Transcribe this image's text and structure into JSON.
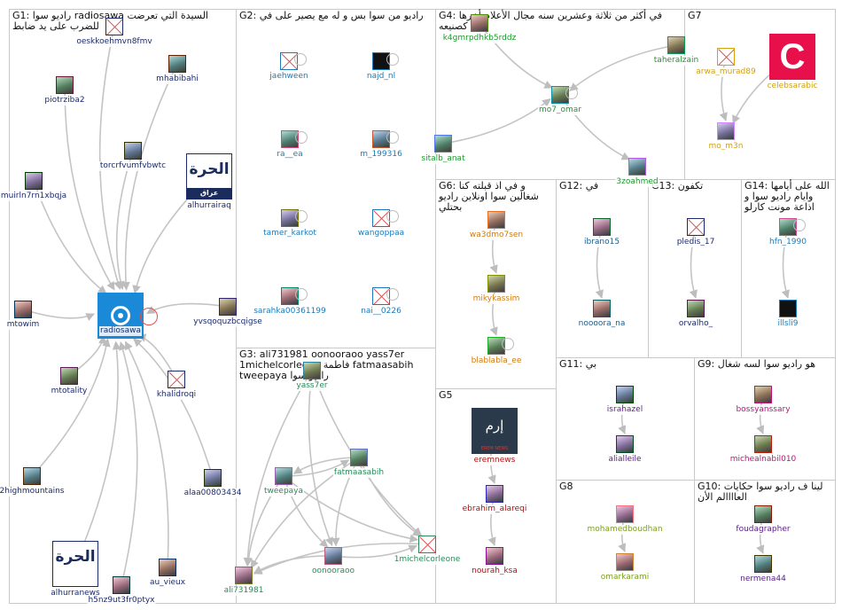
{
  "groups": [
    {
      "id": "G1",
      "label": "G1: رادیو سوا radiosawa السيدة التي تعرضت للضرب على يد ضابط"
    },
    {
      "id": "G2",
      "label": "G2: راديو من سوا بس و له مع يصير على في"
    },
    {
      "id": "G3",
      "label": "G3: ali731981 oonooraoo yass7er 1michelcorleone فاطمة fatmaasabih tweepaya راديو سوا"
    },
    {
      "id": "G4",
      "label": "G4: في أكثر من ثلاثة وعشرين سنه مجال الأعلام أخرها كصنيعه"
    },
    {
      "id": "G5",
      "label": "G5"
    },
    {
      "id": "G6",
      "label": "G6: و في اذ قبلته كنا شغالين سوا اونلاين راديو بحتلي"
    },
    {
      "id": "G7",
      "label": "G7"
    },
    {
      "id": "G8",
      "label": "G8"
    },
    {
      "id": "G9",
      "label": "G9: هو راديو سوا لسه شغال"
    },
    {
      "id": "G10",
      "label": "G10: لينا ف راديو سوا حكايات العاااالم الأن"
    },
    {
      "id": "G11",
      "label": "G11: بي"
    },
    {
      "id": "G12",
      "label": "G12: في"
    },
    {
      "id": "G13",
      "label": "G13: تكفون"
    },
    {
      "id": "G14",
      "label": "G14: الله على أيامها وايام راديو سوا و اذاعة مونت كارلو"
    }
  ],
  "nodes": [
    {
      "id": "radiosawa",
      "label": "radiosawa",
      "color": "#1b2a6b",
      "icon": "radio-sawa-logo"
    },
    {
      "id": "oeskkoehmvn8fmv",
      "label": "oeskkoehmvn8fmv",
      "color": "#1b2a6b"
    },
    {
      "id": "piotrziba2",
      "label": "piotrziba2",
      "color": "#1b2a6b"
    },
    {
      "id": "mhabibahi",
      "label": "mhabibahi",
      "color": "#1b2a6b"
    },
    {
      "id": "torcrfvumfvbwtc",
      "label": "torcrfvumfvbwtc",
      "color": "#1b2a6b"
    },
    {
      "id": "muirln7rn1xbqja",
      "label": "muirln7rn1xbqja",
      "color": "#1b2a6b"
    },
    {
      "id": "alhurrairaq",
      "label": "alhurrairaq",
      "color": "#1b2a6b",
      "icon": "alhurra-iraq-logo"
    },
    {
      "id": "mtowim",
      "label": "mtowim",
      "color": "#1b2a6b"
    },
    {
      "id": "yvsqoquzbcqigse",
      "label": "yvsqoquzbcqigse",
      "color": "#1b2a6b"
    },
    {
      "id": "mtotality",
      "label": "mtotality",
      "color": "#1b2a6b"
    },
    {
      "id": "khalidroqi",
      "label": "khalidroqi",
      "color": "#1b2a6b"
    },
    {
      "id": "2highmountains",
      "label": "2highmountains",
      "color": "#1b2a6b"
    },
    {
      "id": "alaa00803434",
      "label": "alaa00803434",
      "color": "#1b2a6b"
    },
    {
      "id": "alhurranews",
      "label": "alhurranews",
      "color": "#1b2a6b",
      "icon": "alhurra-logo"
    },
    {
      "id": "h5nz9ut3fr0ptyx",
      "label": "h5nz9ut3fr0ptyx",
      "color": "#1b2a6b"
    },
    {
      "id": "au_vieux",
      "label": "au_vieux",
      "color": "#1b2a6b"
    },
    {
      "id": "jaehween",
      "label": "jaehween",
      "color": "#1c7ab8"
    },
    {
      "id": "najd_nl",
      "label": "najd_nl",
      "color": "#1c7ab8"
    },
    {
      "id": "ra__ea",
      "label": "ra__ea",
      "color": "#1c7ab8"
    },
    {
      "id": "m_199316",
      "label": "m_199316",
      "color": "#1c7ab8"
    },
    {
      "id": "tamer_karkot",
      "label": "tamer_karkot",
      "color": "#1c7ab8"
    },
    {
      "id": "wangoppaa",
      "label": "wangoppaa",
      "color": "#1c7ab8"
    },
    {
      "id": "sarahka00361199",
      "label": "sarahka00361199",
      "color": "#1c7ab8"
    },
    {
      "id": "nai__0226",
      "label": "nai__0226",
      "color": "#1c7ab8"
    },
    {
      "id": "yass7er",
      "label": "yass7er",
      "color": "#2a8a5a"
    },
    {
      "id": "fatmaasabih",
      "label": "fatmaasabih",
      "color": "#2a8a5a"
    },
    {
      "id": "tweepaya",
      "label": "tweepaya",
      "color": "#2a8a5a"
    },
    {
      "id": "oonooraoo",
      "label": "oonooraoo",
      "color": "#2a8a5a"
    },
    {
      "id": "1michelcorleone",
      "label": "1michelcorleone",
      "color": "#2a8a5a"
    },
    {
      "id": "ali731981",
      "label": "ali731981",
      "color": "#2a8a5a"
    },
    {
      "id": "k4gmrpdhkb5rddz",
      "label": "k4gmrpdhkb5rddz",
      "color": "#1a9a2a"
    },
    {
      "id": "taheralzain",
      "label": "taheralzain",
      "color": "#1a9a2a"
    },
    {
      "id": "mo7_omar",
      "label": "mo7_omar",
      "color": "#1a9a2a"
    },
    {
      "id": "sitalb_anat",
      "label": "sitalb_anat",
      "color": "#1a9a2a"
    },
    {
      "id": "3zoahmed",
      "label": "3zoahmed",
      "color": "#1a9a2a"
    },
    {
      "id": "eremnews",
      "label": "eremnews",
      "color": "#b01010",
      "icon": "erem-news-logo"
    },
    {
      "id": "ebrahim_alareqi",
      "label": "ebrahim_alareqi",
      "color": "#b01010"
    },
    {
      "id": "nourah_ksa",
      "label": "nourah_ksa",
      "color": "#b01010"
    },
    {
      "id": "wa3dmo7sen",
      "label": "wa3dmo7sen",
      "color": "#d07a10"
    },
    {
      "id": "mikykassim",
      "label": "mikykassim",
      "color": "#d07a10"
    },
    {
      "id": "blablabla_ee",
      "label": "blablabla_ee",
      "color": "#d07a10"
    },
    {
      "id": "arwa_murad89",
      "label": "arwa_murad89",
      "color": "#d4a010"
    },
    {
      "id": "celebsarabic",
      "label": "celebsarabic",
      "color": "#d4a010",
      "icon": "c-logo"
    },
    {
      "id": "mo_m3n",
      "label": "mo_m3n",
      "color": "#d4a010"
    },
    {
      "id": "mohamedboudhan",
      "label": "mohamedboudhan",
      "color": "#7aa020"
    },
    {
      "id": "omarkarami",
      "label": "omarkarami",
      "color": "#7aa020"
    },
    {
      "id": "bossyanssary",
      "label": "bossyanssary",
      "color": "#c0107a"
    },
    {
      "id": "michealnabil010",
      "label": "michealnabil010",
      "color": "#c0107a"
    },
    {
      "id": "foudagrapher",
      "label": "foudagrapher",
      "color": "#5a1a8a"
    },
    {
      "id": "nermena44",
      "label": "nermena44",
      "color": "#5a1a8a"
    },
    {
      "id": "israhazel",
      "label": "israhazel",
      "color": "#5a1a8a"
    },
    {
      "id": "alialleile",
      "label": "alialleile",
      "color": "#5a1a8a"
    },
    {
      "id": "ibrano15",
      "label": "ibrano15",
      "color": "#1c5a8a"
    },
    {
      "id": "noooora_na",
      "label": "noooora_na",
      "color": "#1c5a8a"
    },
    {
      "id": "pledis_17",
      "label": "pledis_17",
      "color": "#1b2a6b"
    },
    {
      "id": "orvalho_",
      "label": "orvalho_",
      "color": "#1b2a6b"
    },
    {
      "id": "hfn_1990",
      "label": "hfn_1990",
      "color": "#1c7ab8"
    },
    {
      "id": "illsli9",
      "label": "illsli9",
      "color": "#1c7ab8"
    }
  ],
  "logo_text": {
    "alhurra": "الحرة",
    "iraq": "عراق",
    "erem": "إرم",
    "erem_sub": "EREM NEWS",
    "celeb": "C"
  }
}
